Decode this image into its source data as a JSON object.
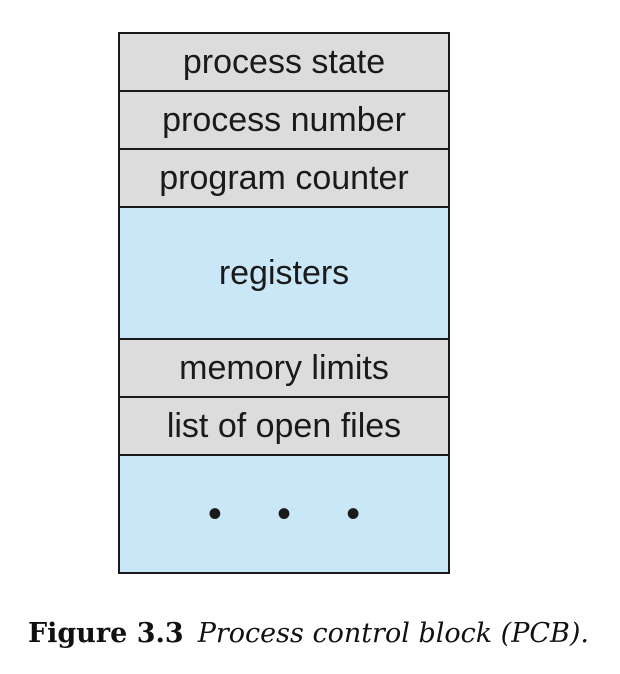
{
  "diagram": {
    "rows": [
      {
        "label": "process state",
        "color": "#dcdcdc"
      },
      {
        "label": "process number",
        "color": "#dcdcdc"
      },
      {
        "label": "program counter",
        "color": "#dcdcdc"
      },
      {
        "label": "registers",
        "color": "#c9e7f7"
      },
      {
        "label": "memory limits",
        "color": "#dcdcdc"
      },
      {
        "label": "list of open files",
        "color": "#dcdcdc"
      },
      {
        "label": "• • •",
        "color": "#c9e7f7"
      }
    ]
  },
  "caption": {
    "figure_number": "Figure 3.3",
    "title": "Process control block (PCB)."
  }
}
